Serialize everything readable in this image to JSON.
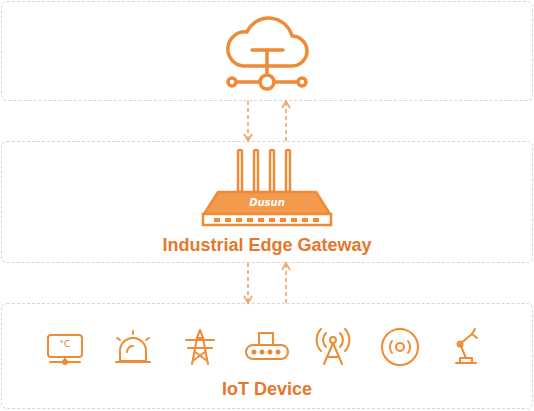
{
  "diagram": {
    "nodes": [
      {
        "text": []
      },
      {
        "text": [
          "Industrial Edge Gateway"
        ]
      },
      {
        "text": [
          "IoT Device"
        ]
      }
    ],
    "edges": [
      {
        "from": 0,
        "to": 1,
        "arrow": "to"
      },
      {
        "from": 1,
        "to": 0,
        "arrow": "to"
      },
      {
        "from": 1,
        "to": 2,
        "arrow": "to"
      },
      {
        "from": 2,
        "to": 1,
        "arrow": "to"
      }
    ],
    "labels": [
      "Dusun",
      "°C"
    ]
  }
}
